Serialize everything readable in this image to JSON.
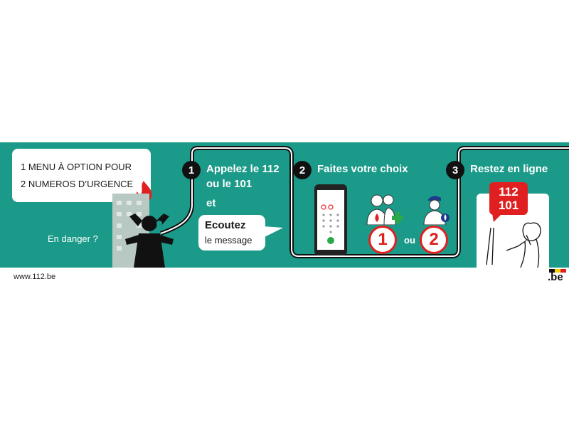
{
  "colors": {
    "banner_bg": "#1b9a89",
    "accent_red": "#e02020",
    "text_white": "#ffffff",
    "dark": "#111111"
  },
  "intro": {
    "line1": "1 MENU À OPTION POUR",
    "line2": "2 NUMEROS D’URGENCE"
  },
  "danger_label": "En danger ?",
  "step1": {
    "number": "1",
    "line1": "Appelez le 112",
    "line2": "ou le 101",
    "connector": "et",
    "bubble_title": "Ecoutez",
    "bubble_sub": "le message"
  },
  "step2": {
    "number": "2",
    "title": "Faites votre choix",
    "option1": "1",
    "separator": "ou",
    "option2": "2"
  },
  "step3": {
    "number": "3",
    "title": "Restez en ligne",
    "sign_line1": "112",
    "sign_line2": "101"
  },
  "footer": {
    "website": "www.112.be",
    "logo": ".be"
  },
  "icons": [
    "fire-icon",
    "building-icon",
    "distressed-person-icon",
    "smartphone-icon",
    "medical-team-icon",
    "police-officer-icon",
    "woman-on-phone-icon"
  ]
}
